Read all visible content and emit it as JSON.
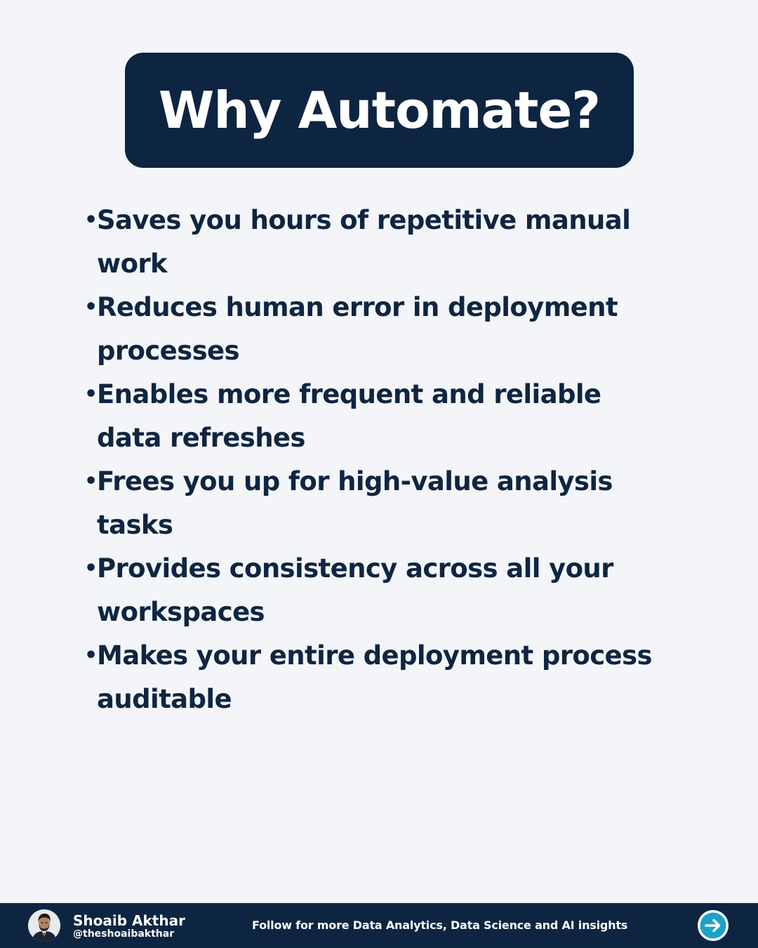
{
  "title": "Why Automate?",
  "bullet_symbol": "•",
  "bullets": [
    "Saves you hours of repetitive manual work",
    "Reduces human error in deployment processes",
    "Enables more frequent and reliable data refreshes",
    "Frees you up for high-value analysis tasks",
    "Provides consistency across all your workspaces",
    "Makes your entire deployment process auditable"
  ],
  "footer": {
    "author_name": "Shoaib Akthar",
    "author_handle": "@theshoaibakthar",
    "follow_text": "Follow for more Data Analytics, Data Science and AI insights",
    "next_icon": "arrow-right-circle-icon",
    "avatar_icon": "person-avatar"
  },
  "colors": {
    "background": "#f3f5f9",
    "navy": "#0d2541",
    "text": "#0f2541",
    "accent": "#1ba3c6",
    "white": "#ffffff"
  }
}
